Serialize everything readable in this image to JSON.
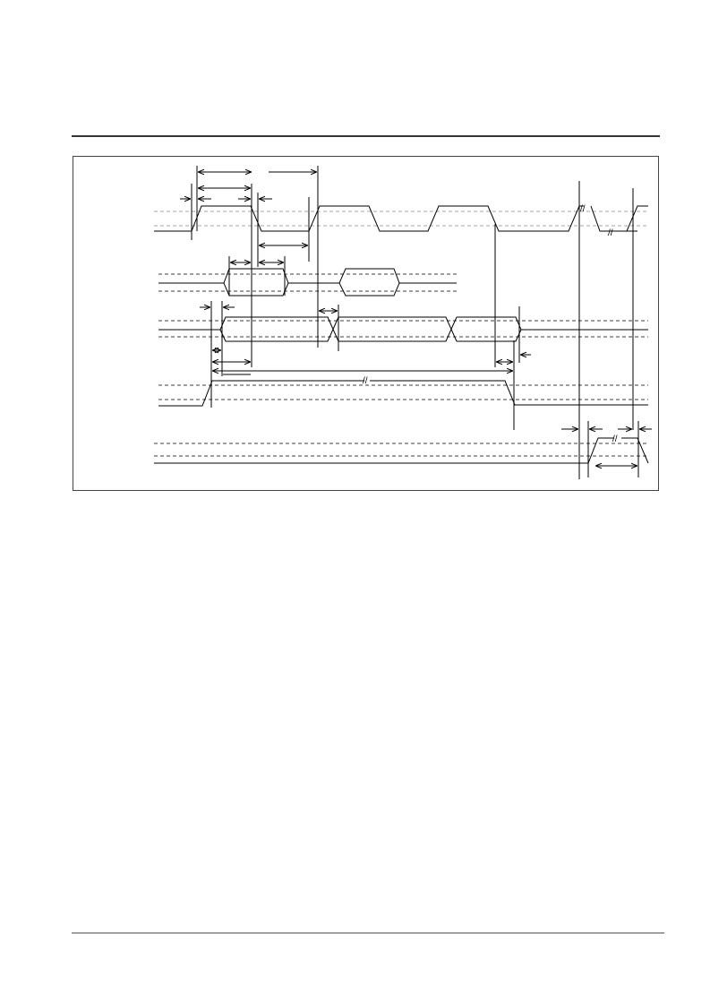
{
  "diagram": {
    "type": "timing-diagram",
    "signals": [
      {
        "id": "clock",
        "kind": "clock"
      },
      {
        "id": "data-short",
        "kind": "bus"
      },
      {
        "id": "data-long",
        "kind": "bus"
      },
      {
        "id": "enable",
        "kind": "step-down"
      },
      {
        "id": "output",
        "kind": "pulse"
      }
    ],
    "markers": {
      "break": "//"
    }
  },
  "colors": {
    "line": "#000000",
    "threshold_grey": "#888888",
    "frame": "#444444"
  }
}
